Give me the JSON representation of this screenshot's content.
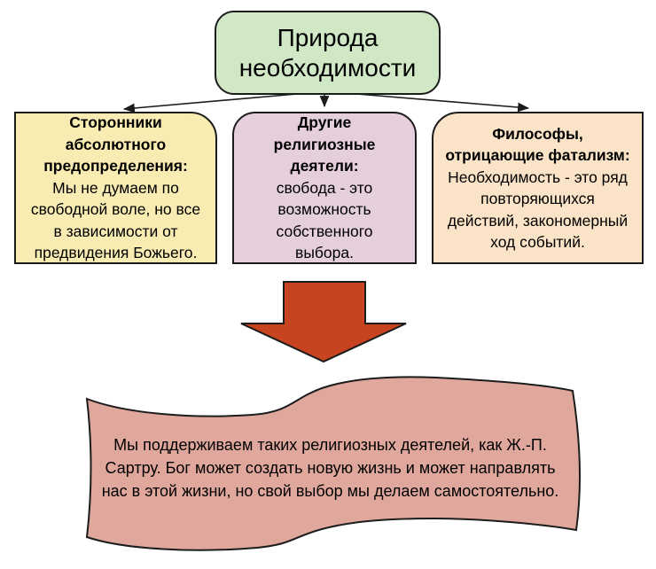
{
  "colors": {
    "background": "#ffffff",
    "outline": "#1c1c1c",
    "title_box_fill": "#d0e8c6",
    "box1_fill": "#f8ecb3",
    "box2_fill": "#e5cfdc",
    "box3_fill": "#fae3c6",
    "big_arrow_fill": "#c8431f",
    "banner_fill": "#e0a89d"
  },
  "title_box": {
    "lines": [
      "Природа",
      "необходимости"
    ],
    "text": "Природа необходимости"
  },
  "boxes": [
    {
      "heading_lines": [
        "Сторонники",
        "абсолютного",
        "предопределения:"
      ],
      "body_lines": [
        "Мы не думаем по",
        "свободной воле, но все",
        "в зависимости от",
        "предвидения Божьего."
      ]
    },
    {
      "heading_lines": [
        "Другие",
        "религиозные",
        "деятели:"
      ],
      "body_lines": [
        "свобода - это",
        "возможность",
        "собственного",
        "выбора."
      ]
    },
    {
      "heading_lines": [
        "Философы,",
        "отрицающие фатализм:"
      ],
      "body_lines": [
        "Необходимость - это ряд",
        "повторяющихся",
        "действий, закономерный",
        "ход событий."
      ]
    }
  ],
  "banner": {
    "lines": [
      "Мы поддерживаем таких религиозных деятелей, как Ж.-П.",
      "Сартру. Бог может создать новую жизнь и может направлять",
      "нас в этой жизни, но свой выбор мы делаем самостоятельно."
    ]
  }
}
